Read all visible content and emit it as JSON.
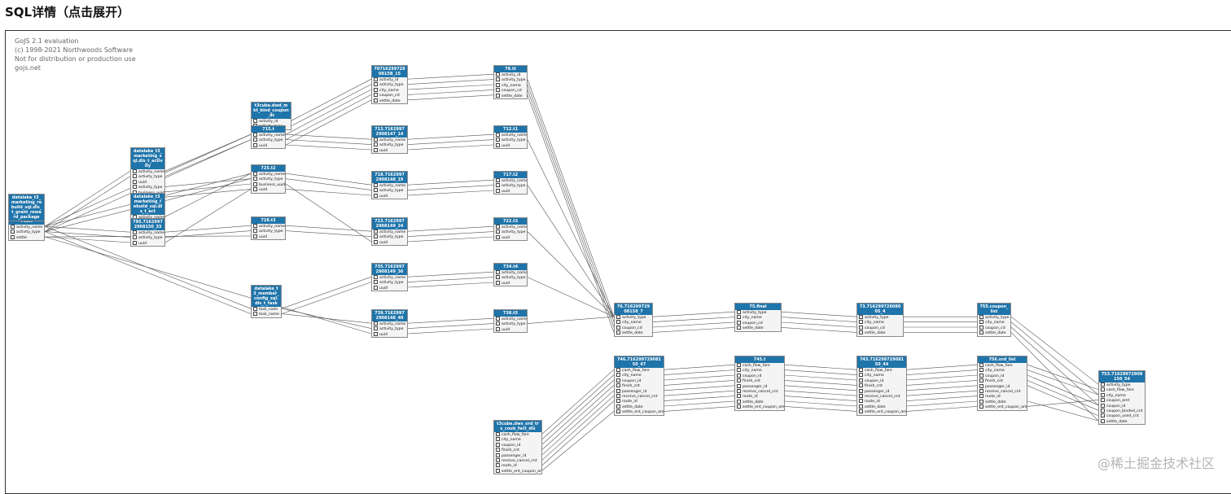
{
  "page": {
    "title": "SQL详情（点击展开）"
  },
  "watermark": {
    "lines": [
      "GoJS 2.1 evaluation",
      "(c) 1998-2021 Northwoods Software",
      "Not for distribution or production use",
      "gojs.net"
    ]
  },
  "footer": {
    "text": "@稀土掘金技术社区"
  },
  "nodes": [
    {
      "id": "n752",
      "title": "752.t",
      "fields": [
        "activity_name",
        "activity_type",
        "settle"
      ]
    },
    {
      "id": "nDtGrant",
      "title": "datalake_t3_marketing_rebuild_sql.dls_t_grant_reward_package",
      "fields": []
    },
    {
      "id": "nDtAct1",
      "title": "datalake_t3_marketing_sql.dls_t_activity",
      "fields": [
        "activity_name",
        "activity_type",
        "uuid",
        "activity_type",
        "business_uuid",
        "uuid"
      ]
    },
    {
      "id": "nDtAct2",
      "title": "datalake_t3_marketing_rebuild_sql.dls_t_act",
      "fields": [
        "activity_name"
      ]
    },
    {
      "id": "n795",
      "title": "795.71629972908150_33",
      "fields": [
        "activity_name",
        "activity_type",
        "uuid"
      ]
    },
    {
      "id": "nCoupon",
      "title": "t3cube.dwd_mkt_bind_coupon_dc",
      "fields": [
        "activity_id",
        "activity_type"
      ]
    },
    {
      "id": "n715",
      "title": "715.t",
      "fields": [
        "activity_name",
        "activity_type",
        "uuid"
      ]
    },
    {
      "id": "n725",
      "title": "725.t2",
      "fields": [
        "activity_name",
        "activity_type",
        "business_uuid",
        "uuid"
      ]
    },
    {
      "id": "n728",
      "title": "728.t3",
      "fields": [
        "activity_name",
        "activity_type",
        "uuid"
      ]
    },
    {
      "id": "nTask",
      "title": "datalake_t3_member_config_sql.dls_t_task",
      "fields": [
        "task_code",
        "task_name"
      ]
    },
    {
      "id": "n707",
      "title": "707162997290815B_15",
      "fields": [
        "activity_id",
        "activity_type",
        "city_name",
        "coupon_cd",
        "settle_date"
      ]
    },
    {
      "id": "n713",
      "title": "713.71629972908147_14",
      "fields": [
        "activity_name",
        "activity_type",
        "uuid"
      ]
    },
    {
      "id": "n718",
      "title": "718.71629972908148_19",
      "fields": [
        "activity_name",
        "activity_type",
        "uuid"
      ]
    },
    {
      "id": "n723",
      "title": "723.71629972908149_24",
      "fields": [
        "activity_name",
        "activity_type",
        "uuid"
      ]
    },
    {
      "id": "n735",
      "title": "735.71629972908149_36",
      "fields": [
        "activity_name",
        "activity_type",
        "uuid"
      ]
    },
    {
      "id": "n739",
      "title": "739.71629972908148_40",
      "fields": [
        "activity_name",
        "activity_type",
        "uuid"
      ]
    },
    {
      "id": "n78",
      "title": "78.tt",
      "fields": [
        "activity_id",
        "activity_type",
        "city_name",
        "coupon_cd",
        "settle_date"
      ]
    },
    {
      "id": "n712",
      "title": "712.t1",
      "fields": [
        "activity_name",
        "activity_type",
        "uuid"
      ]
    },
    {
      "id": "n717",
      "title": "717.t2",
      "fields": [
        "activity_name",
        "activity_type",
        "uuid"
      ]
    },
    {
      "id": "n722",
      "title": "722.t3",
      "fields": [
        "activity_name",
        "activity_type",
        "uuid"
      ]
    },
    {
      "id": "n734",
      "title": "734.t4",
      "fields": [
        "activity_name",
        "activity_type",
        "uuid"
      ]
    },
    {
      "id": "n738",
      "title": "738.t5",
      "fields": [
        "activity_name",
        "activity_type",
        "uuid"
      ]
    },
    {
      "id": "n76",
      "title": "76.71629972908158_7",
      "fields": [
        "activity_type",
        "city_name",
        "coupon_cd",
        "settle_date"
      ]
    },
    {
      "id": "n75",
      "title": "75.final",
      "fields": [
        "activity_type",
        "city_name",
        "coupon_cd",
        "settle_date"
      ]
    },
    {
      "id": "n73",
      "title": "73.71629972908005_4",
      "fields": [
        "activity_type",
        "city_name",
        "coupon_cd",
        "settle_date"
      ]
    },
    {
      "id": "n755",
      "title": "755.coupon_list",
      "fields": [
        "activity_type",
        "city_name",
        "coupon_cd",
        "settle_date"
      ]
    },
    {
      "id": "n746",
      "title": "746.71629972908150_47",
      "fields": [
        "cash_flow_fare",
        "city_name",
        "coupon_id",
        "finish_cnt",
        "passenger_id",
        "receive_cancel_cnt",
        "route_id",
        "settle_date",
        "settle_ent_coupon_amt"
      ]
    },
    {
      "id": "n745",
      "title": "745.t",
      "fields": [
        "cash_flow_fare",
        "city_name",
        "coupon_id",
        "finish_cnt",
        "passenger_id",
        "receive_cancel_cnt",
        "route_id",
        "settle_date",
        "settle_ent_coupon_amt"
      ]
    },
    {
      "id": "n743",
      "title": "743.71629972908150_44",
      "fields": [
        "cash_flow_fare",
        "city_name",
        "coupon_id",
        "finish_cnt",
        "passenger_id",
        "receive_cancel_cnt",
        "route_id",
        "settle_date",
        "settle_ent_coupon_amt"
      ]
    },
    {
      "id": "n756",
      "title": "756.ord_list",
      "fields": [
        "cash_flow_fare",
        "city_name",
        "coupon_id",
        "finish_cnt",
        "passenger_id",
        "receive_cancel_cnt",
        "route_id",
        "settle_date",
        "settle_ent_coupon_amt"
      ]
    },
    {
      "id": "nOrd",
      "title": "t3cube.dws_ord_trs_coub_fact_dis",
      "fields": [
        "cash_flow_fare",
        "city_name",
        "coupon_id",
        "finish_cnt",
        "passenger_id",
        "receive_cancel_cnt",
        "route_id",
        "settle_ent_coupon_amt"
      ]
    },
    {
      "id": "n753",
      "title": "753.71629972908150_54",
      "fields": [
        "activity_type",
        "cash_flow_fare",
        "city_name",
        "coupon_amt",
        "coupon_id",
        "coupon_binded_cnt",
        "coupon_used_cnt",
        "settle_date"
      ]
    }
  ],
  "colors": {
    "header": "#1f74aa",
    "node_bg": "#f4f4f4",
    "link": "#555555",
    "border": "#333333"
  }
}
